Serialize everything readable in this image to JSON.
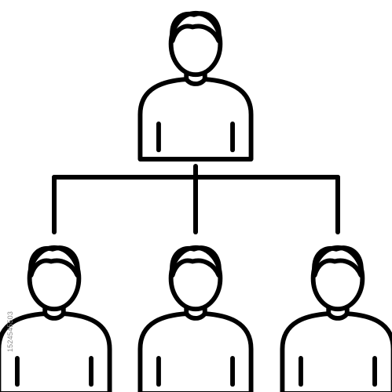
{
  "colors": {
    "stroke": "#000000",
    "background": "#ffffff",
    "watermark": "#8a8a8a"
  },
  "diagram": {
    "icon": "org-chart-icon",
    "people": [
      {
        "role": "top",
        "icon": "person-icon"
      },
      {
        "role": "subordinate",
        "icon": "person-icon"
      },
      {
        "role": "subordinate",
        "icon": "person-icon"
      },
      {
        "role": "subordinate",
        "icon": "person-icon"
      }
    ]
  },
  "watermark": {
    "id_text": "1524545503"
  }
}
